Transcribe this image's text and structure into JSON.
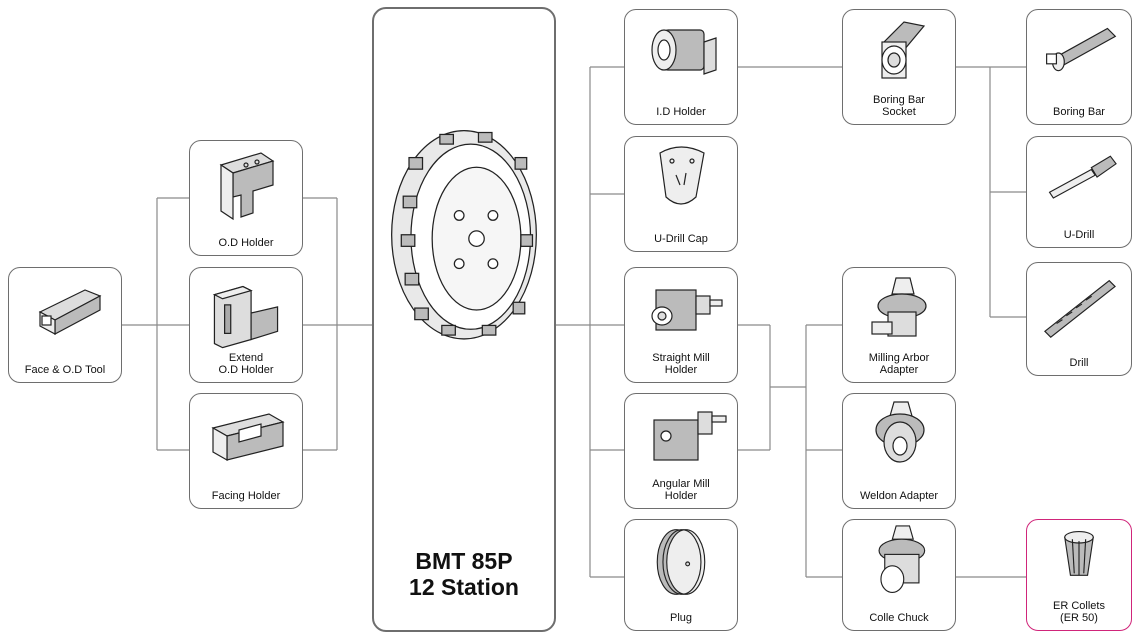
{
  "center": {
    "line1": "BMT 85P",
    "line2": "12 Station"
  },
  "nodes": {
    "face_od_tool": "Face & O.D Tool",
    "od_holder": "O.D Holder",
    "extend_od_holder": "Extend\nO.D Holder",
    "facing_holder": "Facing Holder",
    "id_holder": "I.D Holder",
    "udrill_cap": "U-Drill Cap",
    "straight_mill_holder": "Straight Mill\nHolder",
    "angular_mill_holder": "Angular Mill\nHolder",
    "plug": "Plug",
    "boring_bar_socket": "Boring Bar\nSocket",
    "milling_arbor_adapter": "Milling Arbor\nAdapter",
    "weldon_adapter": "Weldon Adapter",
    "colle_chuck": "Colle Chuck",
    "boring_bar": "Boring Bar",
    "u_drill": "U-Drill",
    "drill": "Drill",
    "er_collets": "ER Collets\n(ER 50)"
  },
  "colors": {
    "border": "#6e6e6e",
    "highlight_border": "#d0257a",
    "line": "#8a8a8a"
  }
}
